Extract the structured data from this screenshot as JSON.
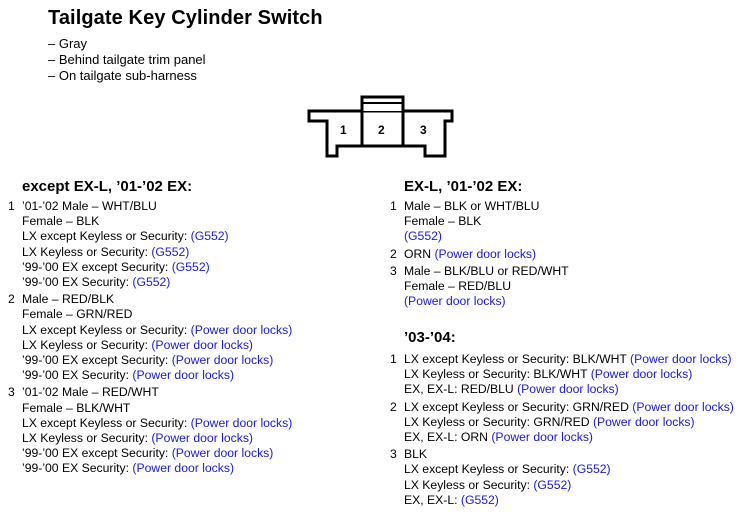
{
  "title": "Tailgate Key Cylinder Switch",
  "bullets": [
    "– Gray",
    "– Behind tailgate trim panel",
    "– On tailgate sub-harness"
  ],
  "connector": {
    "pins": [
      "1",
      "2",
      "3"
    ]
  },
  "left": {
    "heading": "except EX-L, ’01-’02 EX:",
    "entries": [
      {
        "num": "1",
        "lines": [
          {
            "text": "’01-’02 Male – WHT/BLU",
            "link": ""
          },
          {
            "text": "Female – BLK",
            "link": ""
          },
          {
            "text": "LX except Keyless or Security: ",
            "link": "(G552)"
          },
          {
            "text": "LX Keyless or Security: ",
            "link": "(G552)"
          },
          {
            "text": "’99-’00 EX except Security: ",
            "link": "(G552)"
          },
          {
            "text": "’99-’00 EX Security: ",
            "link": "(G552)"
          }
        ]
      },
      {
        "num": "2",
        "lines": [
          {
            "text": "Male – RED/BLK",
            "link": ""
          },
          {
            "text": "Female – GRN/RED",
            "link": ""
          },
          {
            "text": "LX except Keyless or Security: ",
            "link": "(Power door locks)"
          },
          {
            "text": "LX Keyless or Security: ",
            "link": "(Power door locks)"
          },
          {
            "text": "’99-’00 EX except Security: ",
            "link": "(Power door locks)"
          },
          {
            "text": "’99-’00 EX Security: ",
            "link": "(Power door locks)"
          }
        ]
      },
      {
        "num": "3",
        "lines": [
          {
            "text": "’01-’02 Male – RED/WHT",
            "link": ""
          },
          {
            "text": "Female – BLK/WHT",
            "link": ""
          },
          {
            "text": "LX except Keyless or Security: ",
            "link": "(Power door locks)"
          },
          {
            "text": "LX Keyless or Security: ",
            "link": "(Power door locks)"
          },
          {
            "text": "’99-’00 EX except Security: ",
            "link": "(Power door locks)"
          },
          {
            "text": "’99-’00 EX Security: ",
            "link": "(Power door locks)"
          }
        ]
      }
    ]
  },
  "right_top": {
    "heading": "EX-L, ’01-’02 EX:",
    "entries": [
      {
        "num": "1",
        "lines": [
          {
            "text": "Male – BLK or WHT/BLU",
            "link": ""
          },
          {
            "text": "Female – BLK",
            "link": ""
          },
          {
            "text": "",
            "link": "(G552)"
          }
        ]
      },
      {
        "num": "2",
        "lines": [
          {
            "text": "ORN ",
            "link": "(Power door locks)"
          }
        ]
      },
      {
        "num": "3",
        "lines": [
          {
            "text": "Male – BLK/BLU or RED/WHT",
            "link": ""
          },
          {
            "text": "Female – RED/BLU",
            "link": ""
          },
          {
            "text": "",
            "link": "(Power door locks)"
          }
        ]
      }
    ]
  },
  "right_bottom": {
    "heading": "’03-’04:",
    "entries": [
      {
        "num": "1",
        "lines": [
          {
            "text": "LX except Keyless or Security: BLK/WHT ",
            "link": "(Power door locks)"
          },
          {
            "text": "LX Keyless or Security: BLK/WHT ",
            "link": "(Power door locks)"
          },
          {
            "text": "EX, EX-L: RED/BLU ",
            "link": "(Power door locks)"
          }
        ]
      },
      {
        "num": "2",
        "lines": [
          {
            "text": "LX except Keyless or Security: GRN/RED ",
            "link": "(Power door locks)"
          },
          {
            "text": "LX Keyless or Security: GRN/RED ",
            "link": "(Power door locks)"
          },
          {
            "text": "EX, EX-L: ORN ",
            "link": "(Power door locks)"
          }
        ]
      },
      {
        "num": "3",
        "lines": [
          {
            "text": "BLK",
            "link": ""
          },
          {
            "text": "LX except Keyless or Security: ",
            "link": "(G552)"
          },
          {
            "text": "LX Keyless or Security: ",
            "link": "(G552)"
          },
          {
            "text": "EX, EX-L: ",
            "link": "(G552)"
          }
        ]
      }
    ]
  }
}
